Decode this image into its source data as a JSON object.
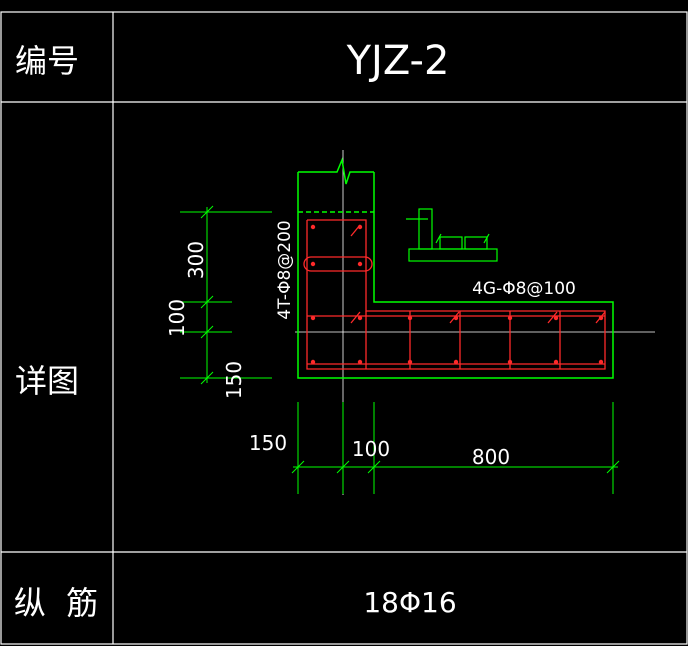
{
  "table": {
    "row1": {
      "label": "编号",
      "value": "YJZ-2"
    },
    "row2": {
      "label": "详图"
    },
    "row3": {
      "label": "纵  筋",
      "value": "18Φ16"
    }
  },
  "detail": {
    "dims_left": [
      "300",
      "100",
      "150"
    ],
    "dims_bottom": [
      "150",
      "100",
      "800"
    ],
    "stirrup_vertical": "4T-Φ8@200",
    "stirrup_horizontal": "4G-Φ8@100"
  },
  "colors": {
    "grid": "#ffffff",
    "dimension": "#00ff00",
    "concrete": "#00ff00",
    "rebar": "#ff2a2a",
    "centerline": "#ffffff"
  }
}
